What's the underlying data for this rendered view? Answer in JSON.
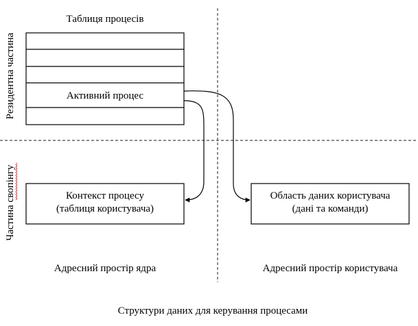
{
  "process_table": {
    "title": "Таблиця процесів",
    "active_row_label": "Активний процес"
  },
  "side_labels": {
    "resident": "Резидентна частина",
    "swappable": "Частина свопінгу"
  },
  "kernel_box": {
    "line1": "Контекст процесу",
    "line2": "(таблиця користувача)"
  },
  "user_box": {
    "line1": "Область даних користувача",
    "line2": "(дані та команди)"
  },
  "spaces": {
    "kernel": "Адресний простір ядра",
    "user": "Адресний простір користувача"
  },
  "caption": "Структури даних для керування процесами"
}
